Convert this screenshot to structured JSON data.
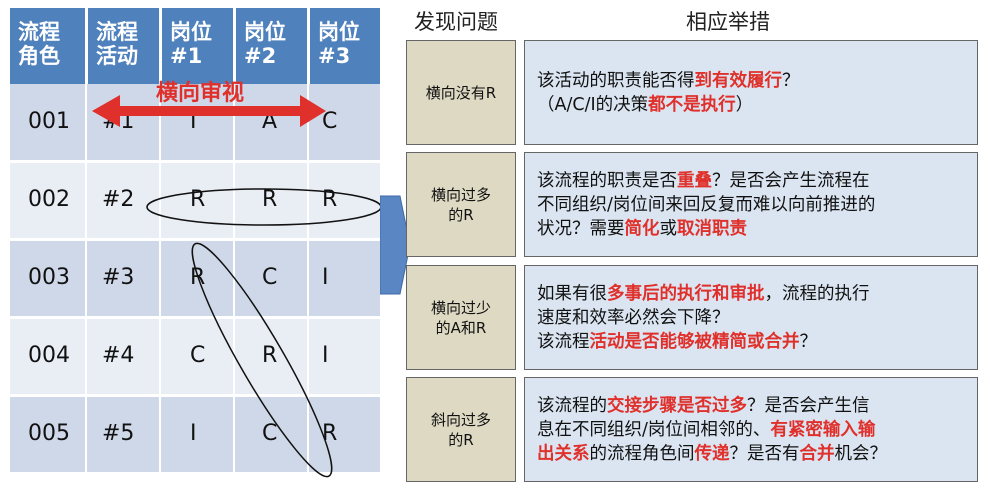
{
  "table": {
    "headers": [
      "流程\n角色",
      "流程\n活动",
      "岗位\n#1",
      "岗位\n#2",
      "岗位\n#3"
    ],
    "rows": [
      [
        "001",
        "#1",
        "I",
        "A",
        "C"
      ],
      [
        "002",
        "#2",
        "R",
        "R",
        "R"
      ],
      [
        "003",
        "#3",
        "R",
        "C",
        "I"
      ],
      [
        "004",
        "#4",
        "C",
        "R",
        "I"
      ],
      [
        "005",
        "#5",
        "I",
        "C",
        "R"
      ]
    ],
    "review_label": "横向审视"
  },
  "column_headers": {
    "issues": "发现问题",
    "measures": "相应举措"
  },
  "items": [
    {
      "issue": "横向没有R",
      "measure": [
        [
          {
            "t": "该活动的职责能否得"
          },
          {
            "t": "到有效履行",
            "hl": true
          },
          {
            "t": "？"
          }
        ],
        [
          {
            "t": "（A/C/I的决策"
          },
          {
            "t": "都不是执行",
            "hl": true
          },
          {
            "t": "）"
          }
        ]
      ]
    },
    {
      "issue": "横向过多\n的R",
      "measure": [
        [
          {
            "t": "该流程的职责是否"
          },
          {
            "t": "重叠",
            "hl": true
          },
          {
            "t": "？是否会产生流程在"
          }
        ],
        [
          {
            "t": "不同组织/岗位间来回反复而难以向前推进的"
          }
        ],
        [
          {
            "t": "状况？需要"
          },
          {
            "t": "简化",
            "hl": true
          },
          {
            "t": "或"
          },
          {
            "t": "取消职责",
            "hl": true
          }
        ]
      ]
    },
    {
      "issue": "横向过少\n的A和R",
      "measure": [
        [
          {
            "t": "如果有很"
          },
          {
            "t": "多事后的执行和审批",
            "hl": true
          },
          {
            "t": "，流程的执行"
          }
        ],
        [
          {
            "t": "速度和效率必然会下降？"
          }
        ],
        [
          {
            "t": "该流程"
          },
          {
            "t": "活动是否能够被精简或合并",
            "hl": true
          },
          {
            "t": "？"
          }
        ]
      ]
    },
    {
      "issue": "斜向过多\n的R",
      "measure": [
        [
          {
            "t": "该流程的"
          },
          {
            "t": "交接步骤是否过多",
            "hl": true
          },
          {
            "t": "？是否会产生信"
          }
        ],
        [
          {
            "t": "息在不同组织/岗位间相邻的、"
          },
          {
            "t": "有紧密输入输",
            "hl": true
          }
        ],
        [
          {
            "t": "出关系",
            "hl": true
          },
          {
            "t": "的流程角色间"
          },
          {
            "t": "传递",
            "hl": true
          },
          {
            "t": "？是否有"
          },
          {
            "t": "合并",
            "hl": true
          },
          {
            "t": "机会？"
          }
        ]
      ]
    }
  ],
  "colors": {
    "header": "#4f81bd",
    "highlight": "#e0302b",
    "issue_fill": "#ddd9c3",
    "measure_fill": "#dbe5f1"
  }
}
